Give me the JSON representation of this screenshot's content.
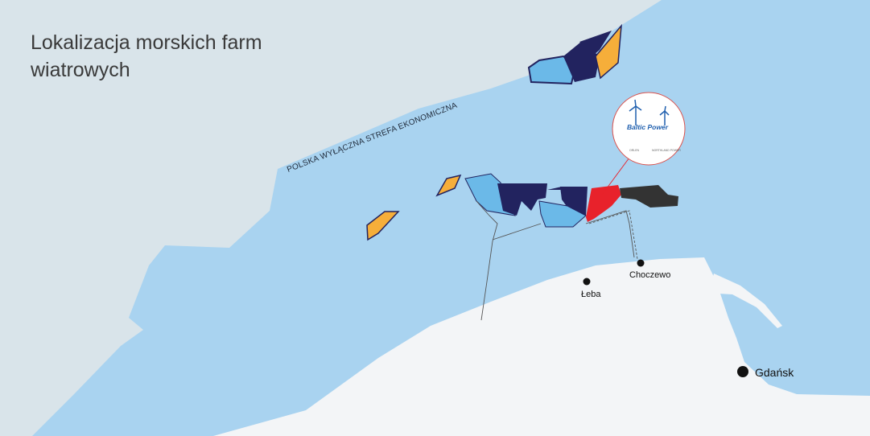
{
  "title": "Lokalizacja morskich farm\nwiatrowych",
  "zone_label": "POLSKA WYŁĄCZNA STREFA EKONOMICZNA",
  "cities": [
    {
      "name": "Łeba"
    },
    {
      "name": "Choczewo"
    },
    {
      "name": "Gdańsk"
    }
  ],
  "baltic_power": {
    "logo_text": "Baltic Power",
    "partner_1": "ORLEN",
    "partner_2": "NORTHLAND POWER"
  },
  "colors": {
    "land": "#d9e4ea",
    "sea": "#a9d3f0",
    "coast": "#f3f5f7",
    "farm_dark_blue": "#22235f",
    "farm_light_blue": "#6bb9e8",
    "farm_orange": "#f6ae3a",
    "farm_red": "#e8222b",
    "farm_dark_grey": "#333333"
  }
}
